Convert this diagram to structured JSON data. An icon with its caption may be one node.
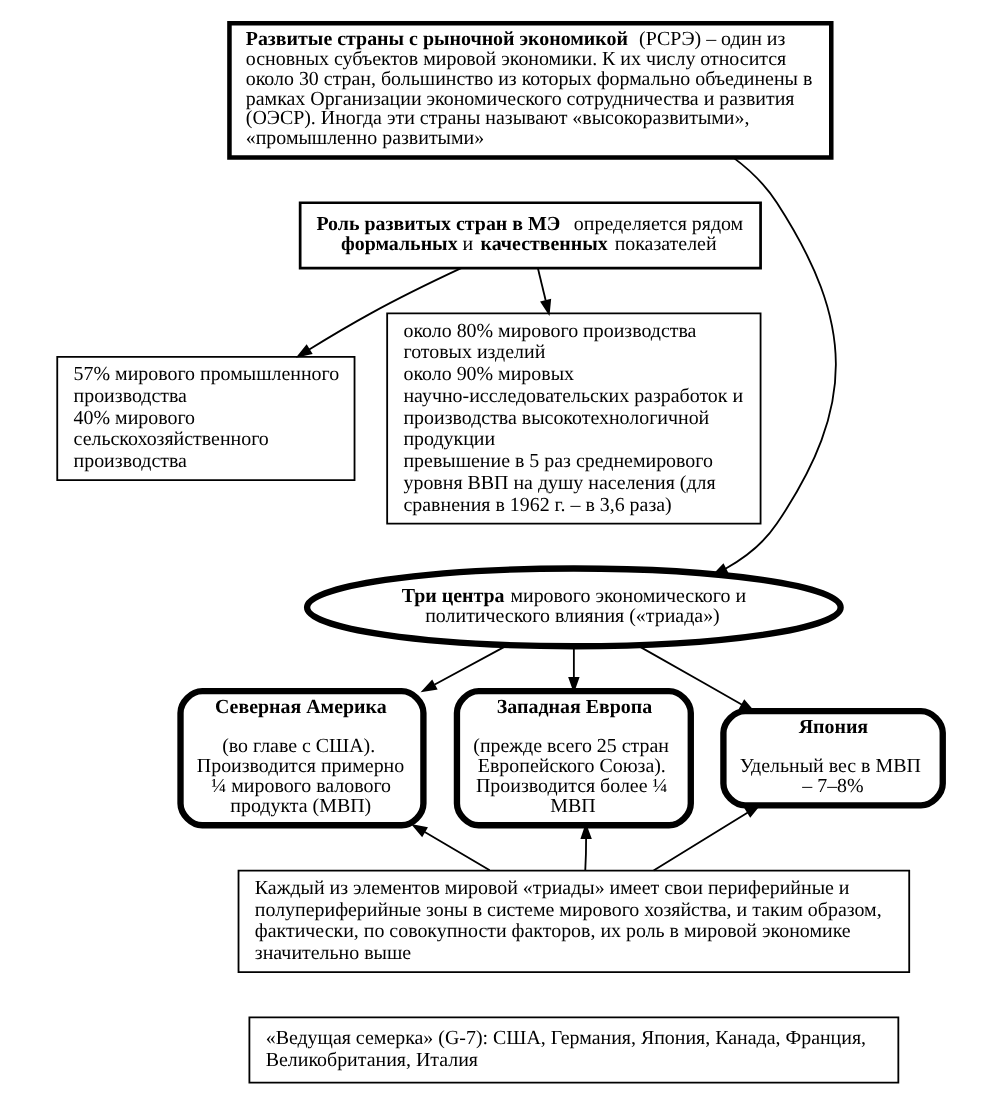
{
  "diagram": {
    "nodes": [
      {
        "text": [
          "**Развитые страны с рыночной экономикой** (РСРЭ) – один из основных субъектов мировой экономики. К их числу относится около 30 стран, большинство из которых формально объединены в рамках Организации экономического сотрудничества и развития (ОЭСР). Иногда эти страны называют «высокоразвитыми», «промышленно развитыми»"
        ]
      },
      {
        "text": [
          "**Роль развитых стран в МЭ** определяется рядом **формальных** и **качественных** показателей"
        ]
      },
      {
        "text": [
          "57% мирового промышленного производства",
          "40% мирового сельскохозяйственного производства"
        ]
      },
      {
        "text": [
          "около 80% мирового производства готовых изделий",
          "около 90% мировых научно-исследовательских разработок и производства высокотехнологичной продукции",
          "превышение в 5 раз среднемирового уровня ВВП на душу населения (для сравнения в 1962 г. – в 3,6 раза)"
        ]
      },
      {
        "text": [
          "**Три центра** мирового экономического и политического влияния («триада»)"
        ]
      },
      {
        "text": [
          "Северная Америка",
          "(во главе с США). Производится примерно ¼ мирового валового продукта (МВП)"
        ]
      },
      {
        "text": [
          "Западная Европа",
          "(прежде всего 25 стран Европейского Союза). Производится более ¼ МВП"
        ]
      },
      {
        "text": [
          "Япония",
          "Удельный вес в МВП – 7–8%"
        ]
      },
      {
        "text": [
          "Каждый из элементов мировой «триады» имеет свои периферийные и полупериферийные зоны в системе мирового хозяйства, и таким образом, фактически, по совокупности факторов, их роль в мировой экономике значительно выше"
        ]
      },
      {
        "text": [
          "«Ведущая семерка» (G-7): США, Германия, Япония, Канада, Франция, Великобритания, Италия"
        ]
      }
    ],
    "edges": [
      {
        "from": 1,
        "to": 2,
        "arrow": "to"
      },
      {
        "from": 1,
        "to": 3,
        "arrow": "to"
      },
      {
        "from": 0,
        "to": 4,
        "arrow": "to"
      },
      {
        "from": 4,
        "to": 5,
        "arrow": "to"
      },
      {
        "from": 4,
        "to": 6,
        "arrow": "to"
      },
      {
        "from": 4,
        "to": 7,
        "arrow": "to"
      },
      {
        "from": 8,
        "to": 5,
        "arrow": "to"
      },
      {
        "from": 8,
        "to": 6,
        "arrow": "to"
      },
      {
        "from": 8,
        "to": 7,
        "arrow": "to"
      }
    ]
  }
}
